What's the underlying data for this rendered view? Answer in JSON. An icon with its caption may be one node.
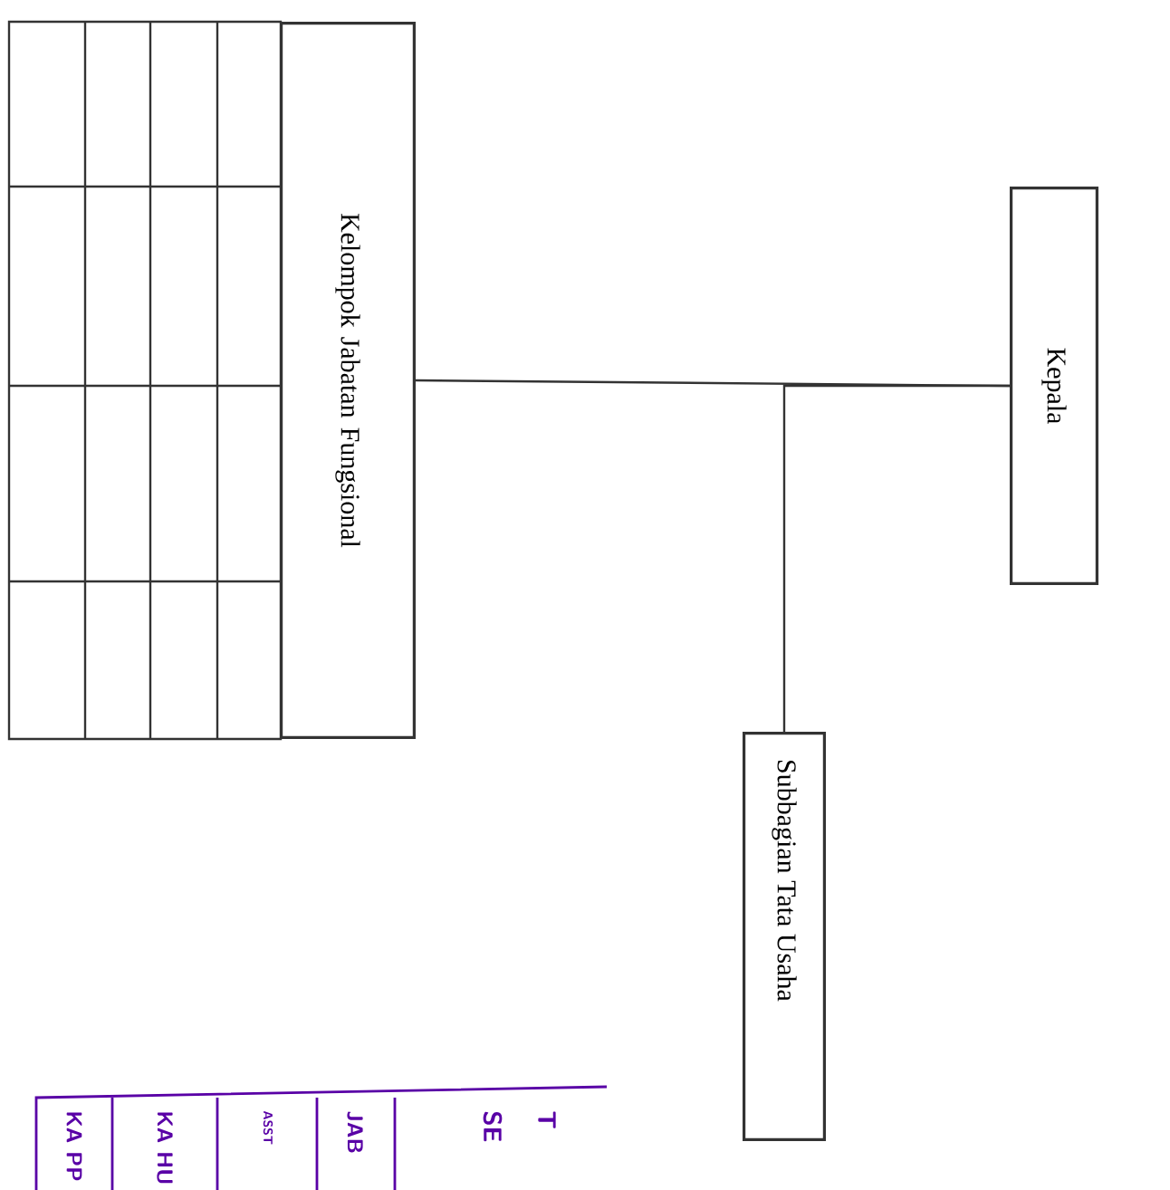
{
  "diagram": {
    "nodes": [
      {
        "text": [
          "Kepala"
        ]
      },
      {
        "text": [
          "Subbagian Tata Usaha"
        ]
      },
      {
        "text": [
          "Kelompok Jabatan Fungsional"
        ]
      }
    ],
    "edges": [
      {
        "from": 0,
        "to": 2,
        "arrow": "none"
      },
      {
        "from": 0,
        "to": 1,
        "arrow": "none"
      }
    ],
    "labels": [
      "T",
      "SE",
      "JAB",
      "ASST",
      "KA HU",
      "KA PP"
    ]
  }
}
